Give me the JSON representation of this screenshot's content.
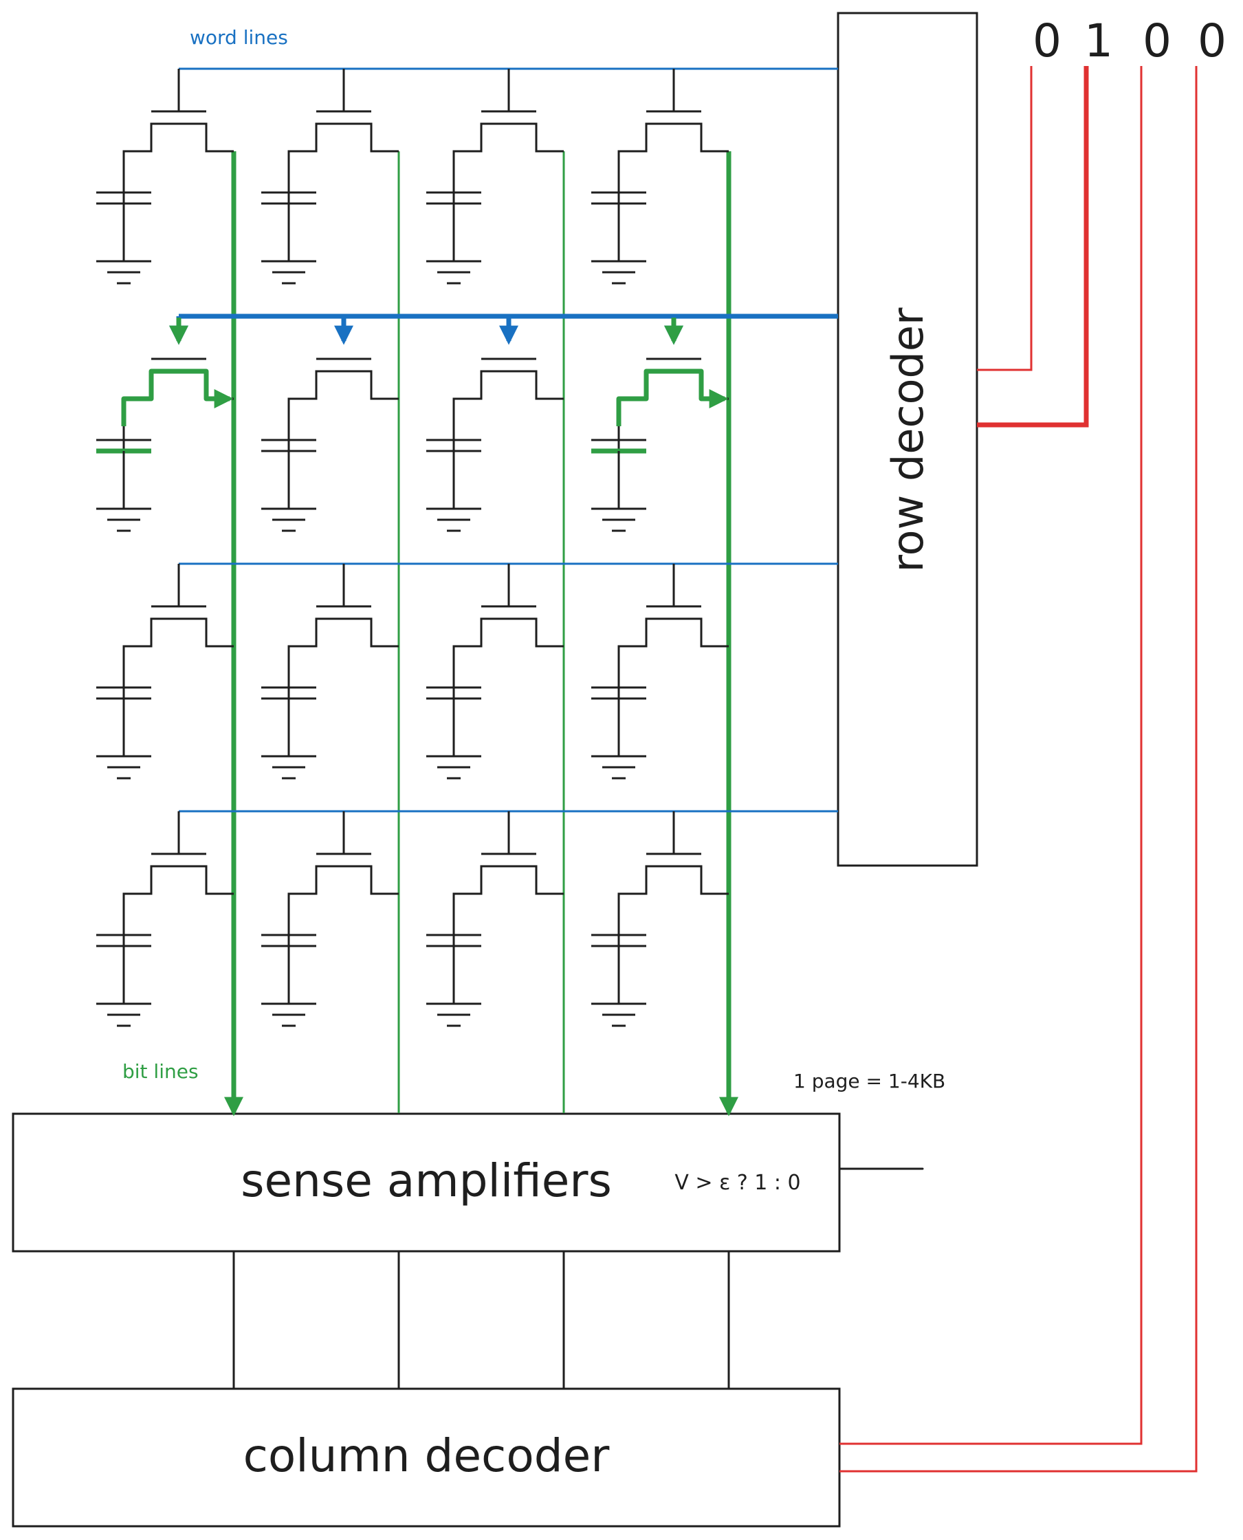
{
  "labels": {
    "word_lines": "word lines",
    "bit_lines": "bit lines",
    "page_size": "1 page = 1-4KB",
    "row_decoder": "row decoder",
    "sense_amplifiers": "sense amplifiers",
    "sense_rule": "V > ε ? 1 : 0",
    "column_decoder": "column decoder"
  },
  "address_bits": [
    "0",
    "1",
    "0",
    "0"
  ],
  "array": {
    "rows": 4,
    "columns": 4,
    "active_row": 2,
    "active_columns": [
      1,
      4
    ]
  },
  "colors": {
    "word_line": "#1971c2",
    "bit_line": "#2f9e44",
    "address_line": "#e03131",
    "ink": "#1e1e1e"
  }
}
